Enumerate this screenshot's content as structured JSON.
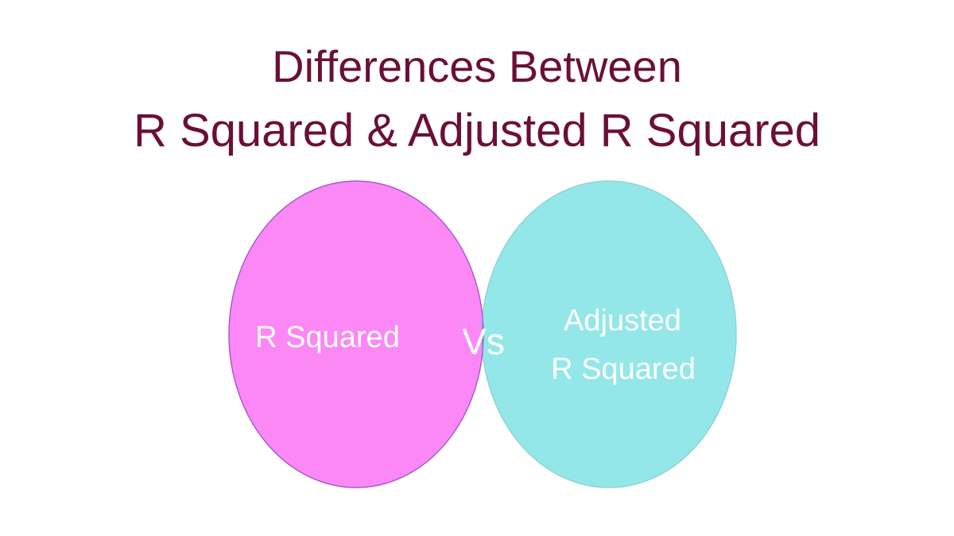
{
  "title": {
    "line1": "Differences Between",
    "line2": "R Squared & Adjusted R Squared",
    "color": "#6b0f36"
  },
  "venn": {
    "left": {
      "label": "R Squared",
      "color": "#fc88f5"
    },
    "right": {
      "label_line1": "Adjusted",
      "label_line2": "R Squared",
      "color": "#94e7e9"
    },
    "overlap": {
      "label": "Vs",
      "color": "#8b84e2"
    }
  }
}
